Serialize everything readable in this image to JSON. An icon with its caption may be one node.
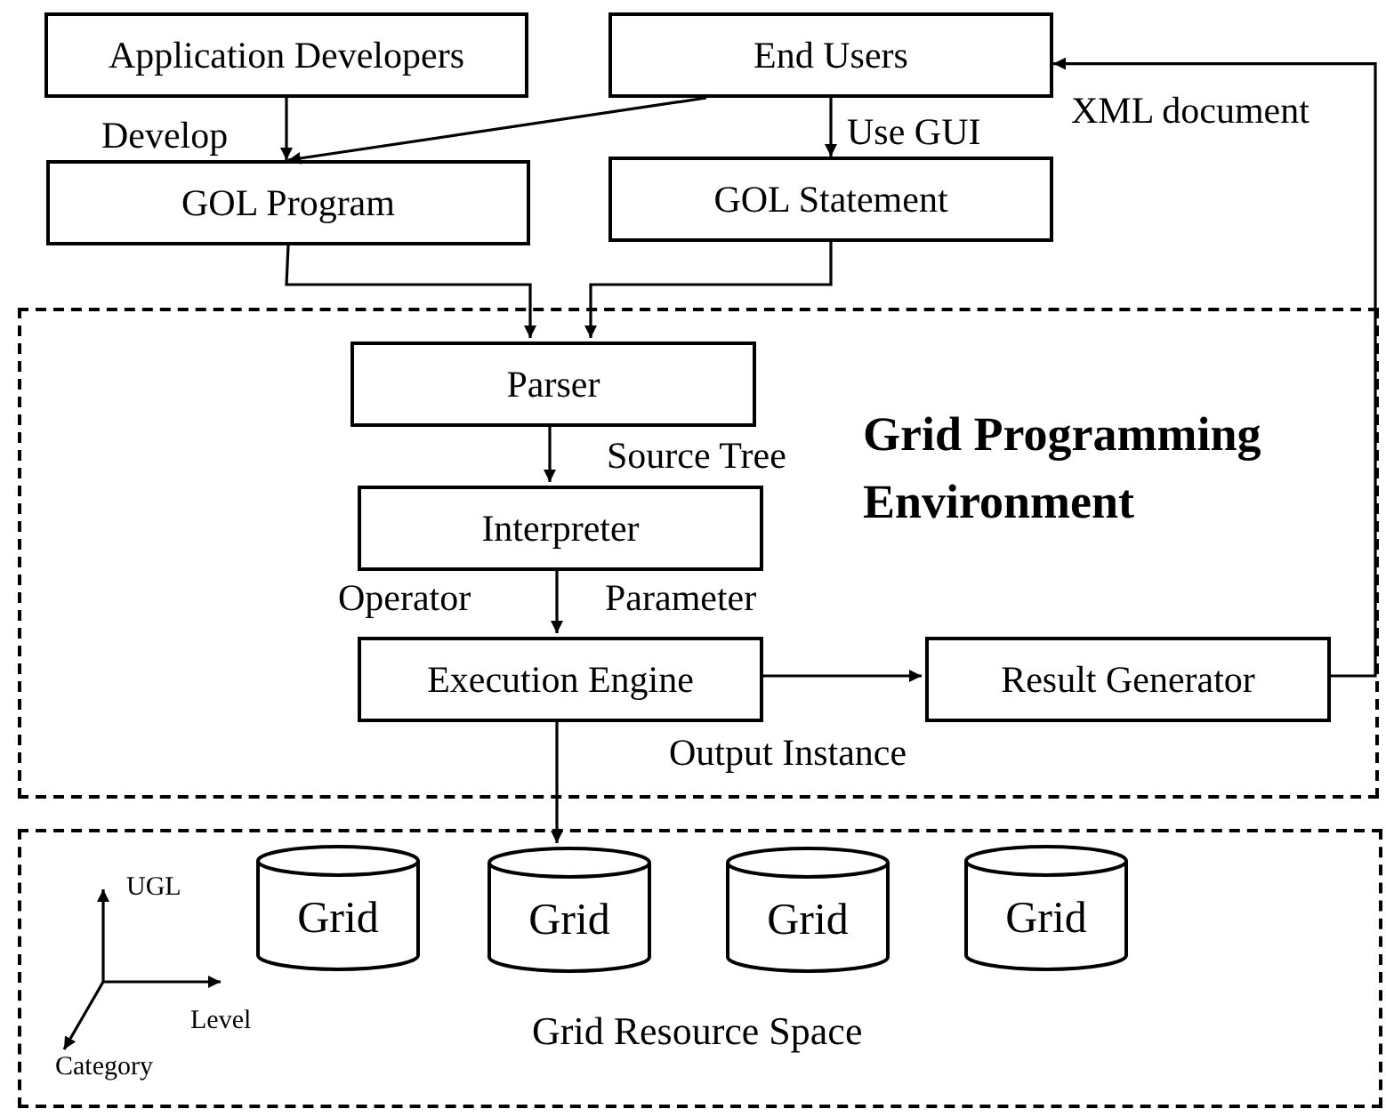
{
  "diagram": {
    "nodes": [
      {
        "text": [
          "Application Developers"
        ]
      },
      {
        "text": [
          "End Users"
        ]
      },
      {
        "text": [
          "GOL Program"
        ]
      },
      {
        "text": [
          "GOL Statement"
        ]
      },
      {
        "text": [
          "Grid Programming Environment"
        ]
      },
      {
        "text": [
          "Parser"
        ],
        "in": 4
      },
      {
        "text": [
          "Interpreter"
        ],
        "in": 4
      },
      {
        "text": [
          "Execution Engine"
        ],
        "in": 4
      },
      {
        "text": [
          "Result Generator"
        ],
        "in": 4
      },
      {
        "text": [
          "Grid Resource Space"
        ]
      },
      {
        "text": [
          "Grid"
        ],
        "in": 9
      },
      {
        "text": [
          "Grid"
        ],
        "in": 9
      },
      {
        "text": [
          "Grid"
        ],
        "in": 9
      },
      {
        "text": [
          "Grid"
        ],
        "in": 9
      }
    ],
    "edges": [
      {
        "from": 0,
        "to": 2,
        "arrow": "to",
        "label": "Develop"
      },
      {
        "from": 1,
        "to": 2,
        "arrow": "to"
      },
      {
        "from": 1,
        "to": 3,
        "arrow": "to",
        "label": "Use GUI"
      },
      {
        "from": 2,
        "to": 5,
        "arrow": "to"
      },
      {
        "from": 3,
        "to": 5,
        "arrow": "to"
      },
      {
        "from": 5,
        "to": 6,
        "arrow": "to",
        "label": "Source Tree"
      },
      {
        "from": 6,
        "to": 7,
        "arrow": "to"
      },
      {
        "from": 7,
        "to": 8,
        "arrow": "to"
      },
      {
        "from": 8,
        "to": 1,
        "arrow": "to",
        "label": "XML document"
      },
      {
        "from": 7,
        "to": 11,
        "arrow": "to",
        "label": "Output Instance"
      }
    ],
    "labels": [
      "Operator",
      "Parameter",
      "UGL",
      "Level",
      "Category"
    ]
  }
}
